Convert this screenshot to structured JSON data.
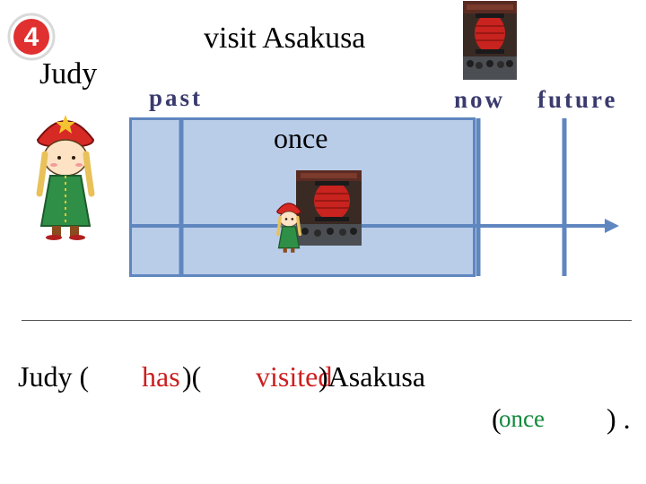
{
  "badge": {
    "number": "4"
  },
  "judy_label": "Judy",
  "title": "visit Asakusa",
  "timeline": {
    "past": "past",
    "now": "now",
    "future": "future",
    "once": "once"
  },
  "sentence": {
    "subject": "Judy (",
    "auxiliary": "has",
    "paren_close_open": ")(",
    "verb": "visited",
    "paren_object": ")Asakusa",
    "adverb_open": "(",
    "adverb": "once",
    "end": ") ."
  },
  "colors": {
    "red": "#cc1f1f",
    "green": "#12893c",
    "box": "#b9cde9",
    "line": "#5f86bf",
    "label": "#3a3a6e"
  }
}
